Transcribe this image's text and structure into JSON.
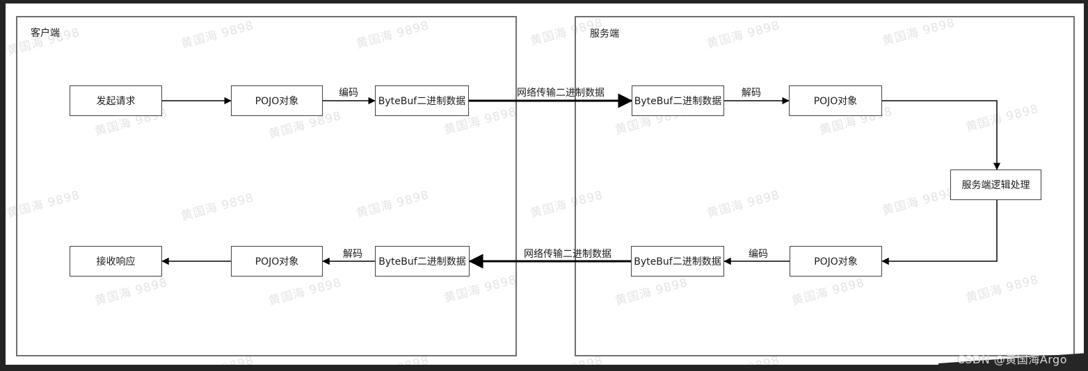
{
  "page": {
    "watermark_text": "黄国海 9898",
    "attribution": "CSDN @黄国海Argo"
  },
  "diagram": {
    "client": {
      "title": "客户端",
      "nodes": {
        "request": "发起请求",
        "pojo_out": "POJO对象",
        "bytebuf_out": "ByteBuf二进制数据",
        "bytebuf_in": "ByteBuf二进制数据",
        "pojo_in": "POJO对象",
        "response": "接收响应"
      },
      "edge_labels": {
        "encode": "编码",
        "decode": "解码"
      }
    },
    "server": {
      "title": "服务端",
      "nodes": {
        "bytebuf_in": "ByteBuf二进制数据",
        "pojo_in": "POJO对象",
        "logic": "服务端逻辑处理",
        "pojo_out": "POJO对象",
        "bytebuf_out": "ByteBuf二进制数据"
      },
      "edge_labels": {
        "decode": "解码",
        "encode": "编码"
      }
    },
    "transport_labels": {
      "request": "网络传输二进制数据",
      "response": "网络传输二进制数据"
    },
    "colors": {
      "line": "#000000",
      "box_border": "#404040",
      "container_border": "#6f6f6f",
      "watermark": "#e4e4e4",
      "frame": "#242424",
      "attribution_text": "#d9d9d9"
    }
  }
}
